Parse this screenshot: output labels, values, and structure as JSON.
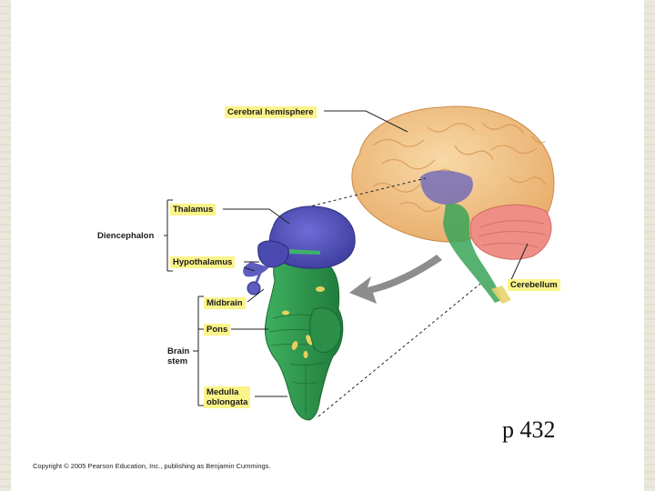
{
  "labels": {
    "cerebral_hemisphere": "Cerebral hemisphere",
    "thalamus": "Thalamus",
    "diencephalon": "Diencephalon",
    "hypothalamus": "Hypothalamus",
    "midbrain": "Midbrain",
    "pons": "Pons",
    "brain_stem_line1": "Brain",
    "brain_stem_line2": "stem",
    "medulla_line1": "Medulla",
    "medulla_line2": "oblongata",
    "cerebellum": "Cerebellum"
  },
  "page_number": "p 432",
  "copyright": "Copyright © 2005 Pearson Education, Inc., publishing as Benjamin Cummings.",
  "colors": {
    "cerebrum": "#f3c487",
    "diencephalon": "#5252b8",
    "brainstem": "#2e9a4e",
    "cerebellum": "#ef8e86",
    "highlight": "#fbf48a"
  }
}
